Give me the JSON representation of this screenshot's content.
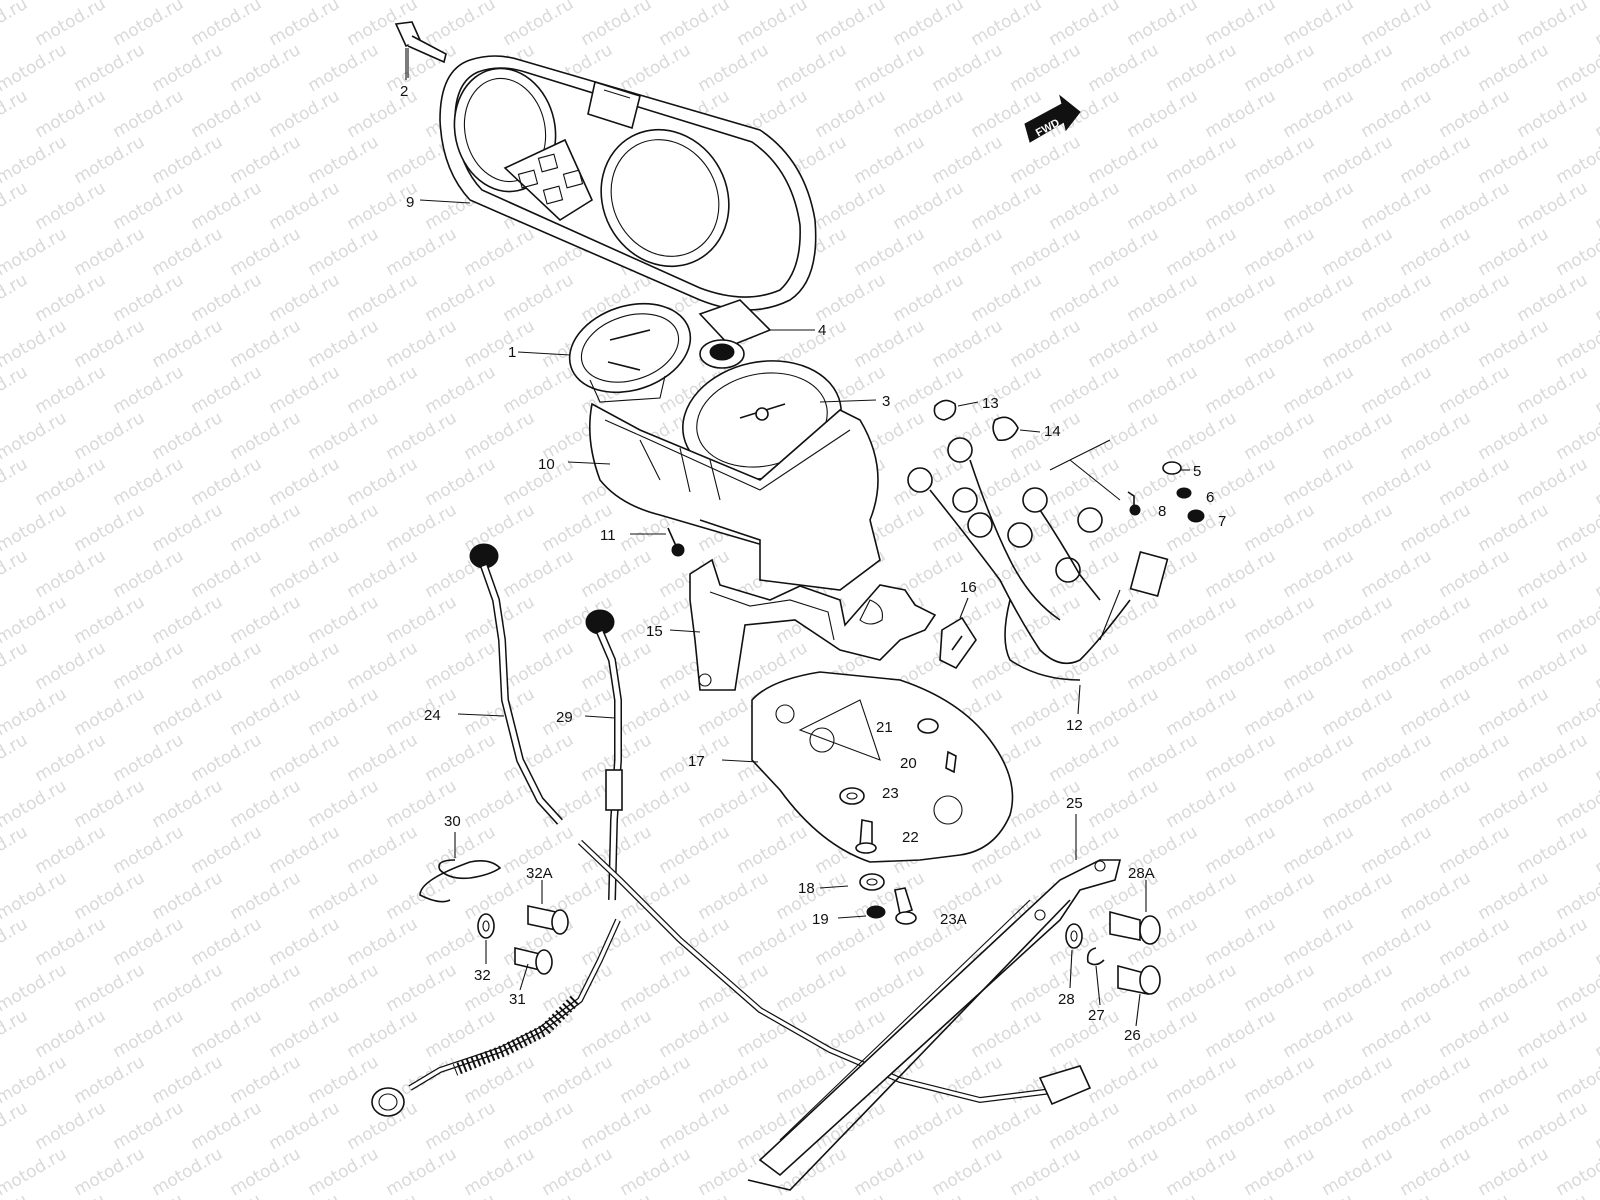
{
  "diagram": {
    "fwd_badge": "FWD",
    "watermark": "motod.ru",
    "callouts": [
      {
        "id": "2"
      },
      {
        "id": "9"
      },
      {
        "id": "4"
      },
      {
        "id": "1"
      },
      {
        "id": "3"
      },
      {
        "id": "13"
      },
      {
        "id": "14"
      },
      {
        "id": "5"
      },
      {
        "id": "6"
      },
      {
        "id": "8"
      },
      {
        "id": "7"
      },
      {
        "id": "10"
      },
      {
        "id": "11"
      },
      {
        "id": "16"
      },
      {
        "id": "15"
      },
      {
        "id": "12"
      },
      {
        "id": "24"
      },
      {
        "id": "29"
      },
      {
        "id": "21"
      },
      {
        "id": "17"
      },
      {
        "id": "20"
      },
      {
        "id": "23"
      },
      {
        "id": "25"
      },
      {
        "id": "30"
      },
      {
        "id": "22"
      },
      {
        "id": "32A"
      },
      {
        "id": "28A"
      },
      {
        "id": "18"
      },
      {
        "id": "19"
      },
      {
        "id": "23A"
      },
      {
        "id": "32"
      },
      {
        "id": "31"
      },
      {
        "id": "28"
      },
      {
        "id": "27"
      },
      {
        "id": "26"
      }
    ]
  }
}
